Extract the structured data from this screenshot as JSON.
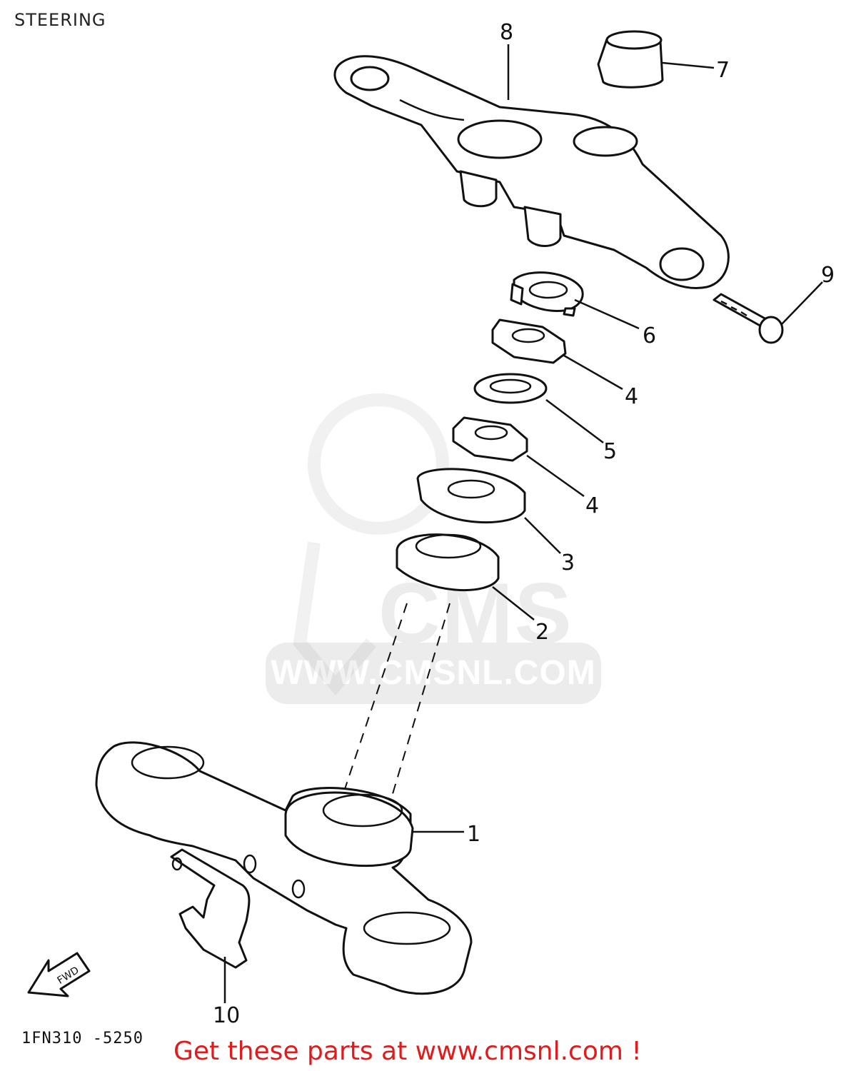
{
  "title": "STEERING",
  "watermark": {
    "logo": "CMS",
    "url": "WWW.CMSNL.COM"
  },
  "fwd_label": "FWD",
  "part_code": "1FN310 -5250",
  "footer_link": "Get these parts at www.cmsnl.com !",
  "callouts": [
    {
      "id": "1",
      "label": "1"
    },
    {
      "id": "2",
      "label": "2"
    },
    {
      "id": "3",
      "label": "3"
    },
    {
      "id": "4a",
      "label": "4"
    },
    {
      "id": "4b",
      "label": "4"
    },
    {
      "id": "5",
      "label": "5"
    },
    {
      "id": "6",
      "label": "6"
    },
    {
      "id": "7",
      "label": "7"
    },
    {
      "id": "8",
      "label": "8"
    },
    {
      "id": "9",
      "label": "9"
    },
    {
      "id": "10",
      "label": "10"
    }
  ],
  "colors": {
    "footer": "#e11b1b",
    "watermark": "#ececec",
    "line": "#111111"
  }
}
